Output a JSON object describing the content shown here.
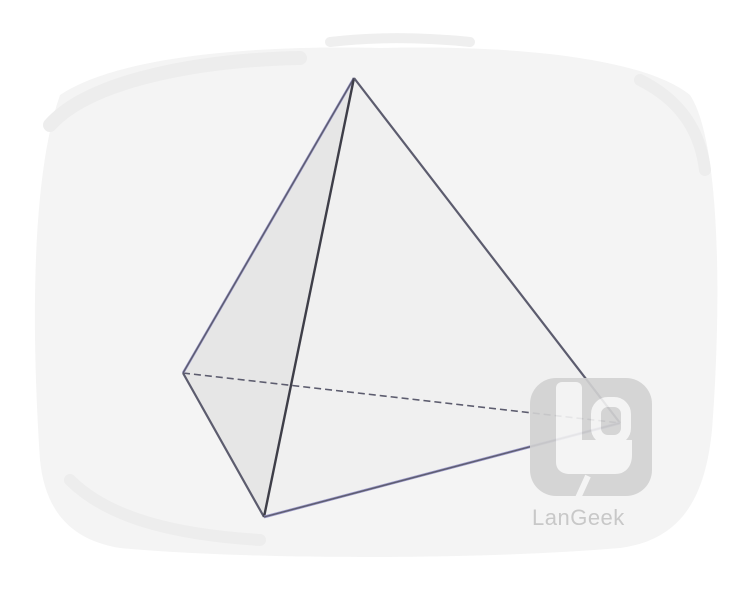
{
  "diagram": {
    "shape": "tetrahedron",
    "vertices": [
      "apex",
      "left",
      "front",
      "right"
    ],
    "visible_edges": [
      [
        "apex",
        "left"
      ],
      [
        "apex",
        "front"
      ],
      [
        "apex",
        "right"
      ],
      [
        "left",
        "front"
      ],
      [
        "front",
        "right"
      ]
    ],
    "hidden_edges": [
      [
        "left",
        "right"
      ]
    ]
  },
  "watermark": {
    "text": "LanGeek",
    "logo_icon": "langeek-logo-icon"
  },
  "colors": {
    "background_blob": "#f4f4f4",
    "face_left": "#e6e6e6",
    "face_right": "#f0f0f0",
    "edge": "#5c5c6e",
    "edge_highlight": "#9a97c8",
    "watermark": "#cfcfcf"
  }
}
